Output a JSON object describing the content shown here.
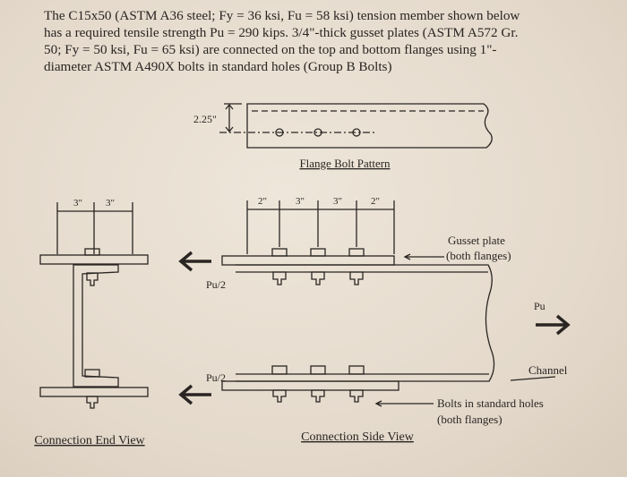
{
  "problem": {
    "lines": [
      "The C15x50 (ASTM A36 steel; Fy = 36 ksi, Fu = 58 ksi) tension member shown below",
      "has a required tensile strength Pu = 290 kips.  3/4\"-thick gusset plates (ASTM A572 Gr.",
      "50; Fy = 50 ksi, Fu = 65 ksi) are connected on the top and bottom flanges using 1\"-",
      "diameter ASTM A490X bolts in standard holes  (Group B Bolts)"
    ]
  },
  "diagram": {
    "flange_pattern": {
      "dim": "2.25\"",
      "caption": "Flange Bolt Pattern"
    },
    "end_view": {
      "dims": [
        "3\"",
        "3\""
      ],
      "caption": "Connection End View"
    },
    "side_view": {
      "dims": [
        "2\"",
        "3\"",
        "3\"",
        "2\""
      ],
      "load_top": "Pu/2",
      "load_bottom": "Pu/2",
      "load_right": "Pu",
      "gusset_label_1": "Gusset plate",
      "gusset_label_2": "(both flanges)",
      "channel_label": "Channel",
      "bolts_label_1": "Bolts in standard holes",
      "bolts_label_2": "(both flanges)",
      "caption": "Connection Side View"
    }
  }
}
